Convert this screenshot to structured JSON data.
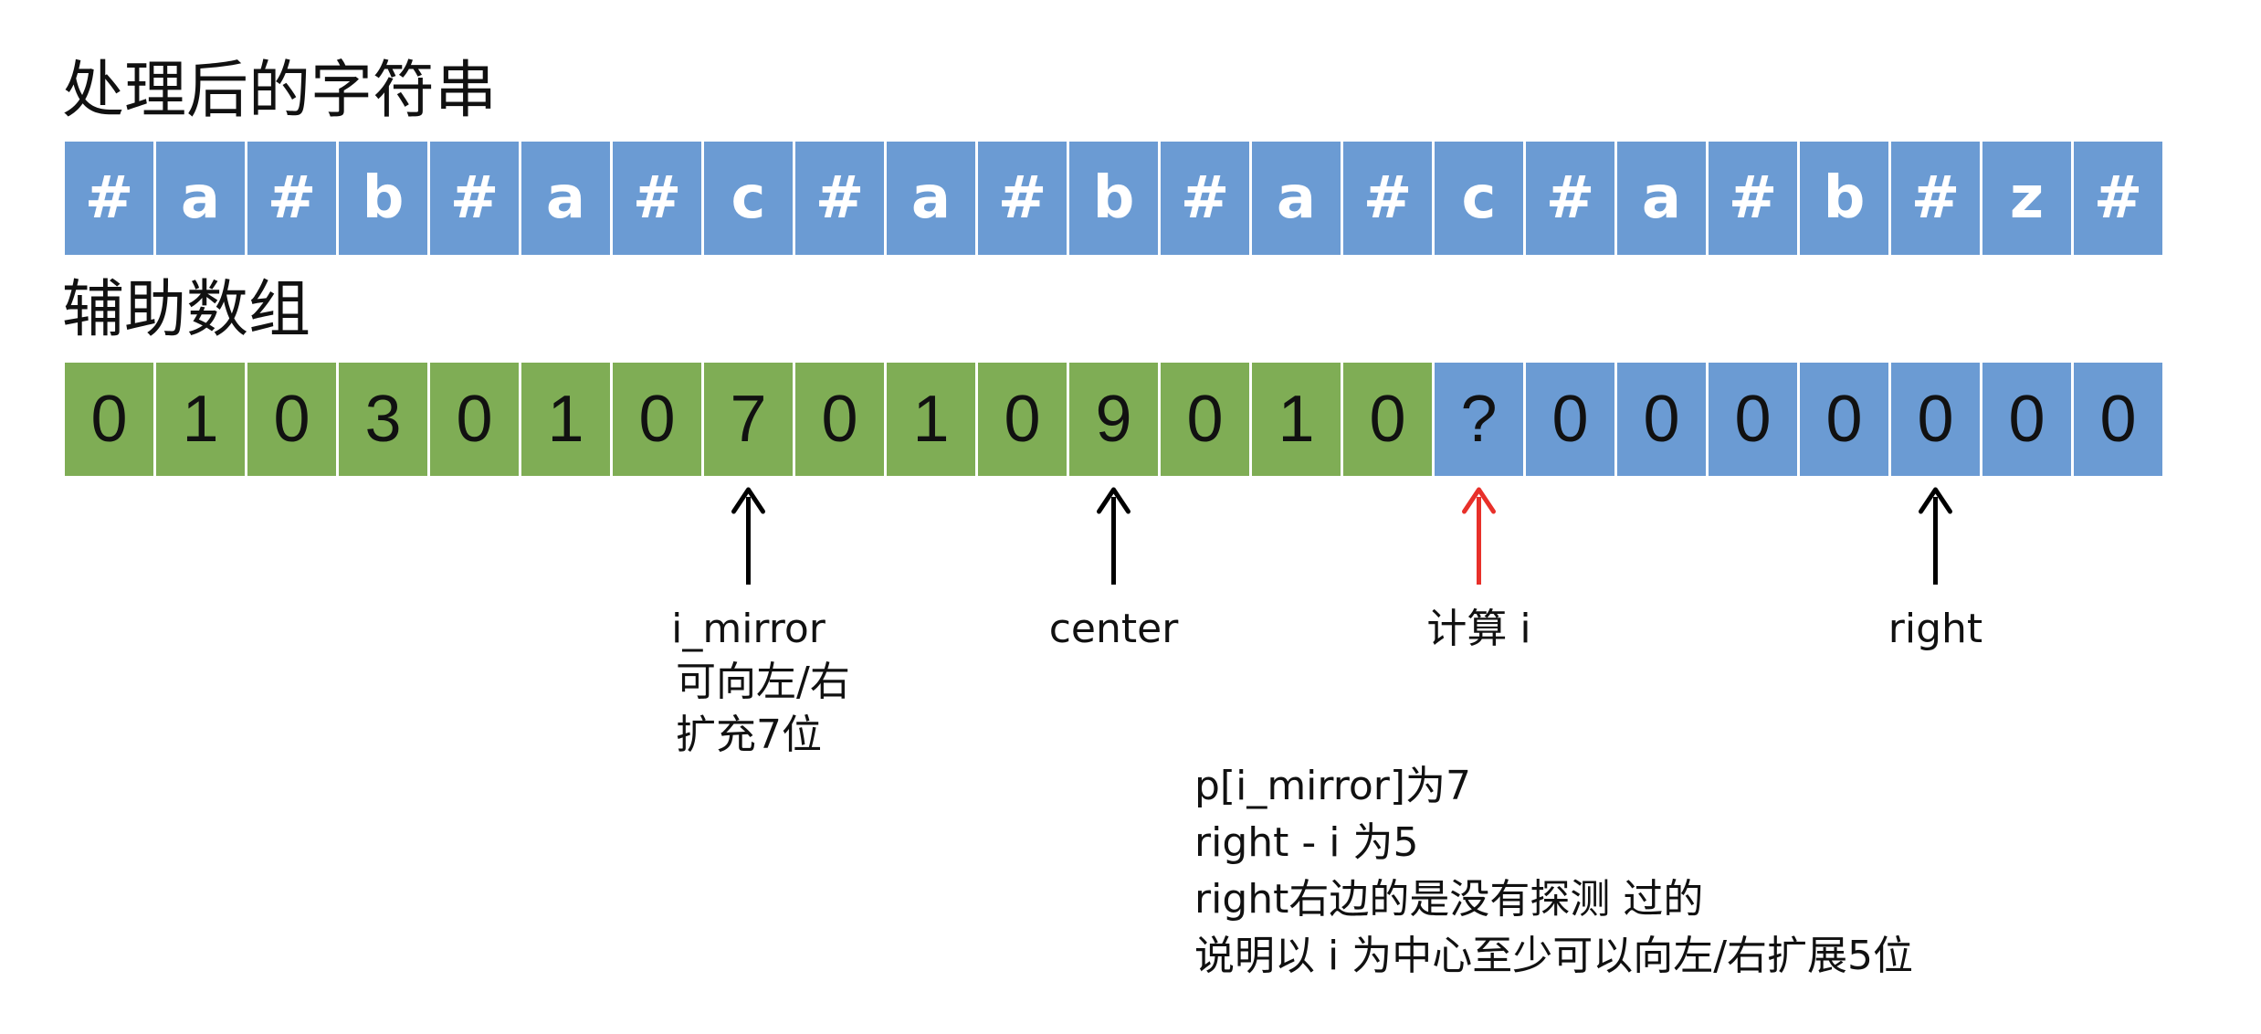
{
  "titles": {
    "processed": "处理后的字符串",
    "aux": "辅助数组"
  },
  "processed_chars": [
    "#",
    "a",
    "#",
    "b",
    "#",
    "a",
    "#",
    "c",
    "#",
    "a",
    "#",
    "b",
    "#",
    "a",
    "#",
    "c",
    "#",
    "a",
    "#",
    "b",
    "#",
    "z",
    "#"
  ],
  "aux_values": [
    "0",
    "1",
    "0",
    "3",
    "0",
    "1",
    "0",
    "7",
    "0",
    "1",
    "0",
    "9",
    "0",
    "1",
    "0",
    "?",
    "0",
    "0",
    "0",
    "0",
    "0",
    "0",
    "0"
  ],
  "aux_green_count": 15,
  "colors": {
    "blue": "#6b9bd3",
    "green": "#7fad55",
    "arrow_black": "#000000",
    "arrow_red": "#e8302a"
  },
  "pointers": [
    {
      "index": 7,
      "color": "black",
      "lines": [
        "i_mirror"
      ]
    },
    {
      "index": 11,
      "color": "black",
      "lines": [
        "center"
      ]
    },
    {
      "index": 15,
      "color": "red",
      "lines": [
        "计算 i"
      ]
    },
    {
      "index": 20,
      "color": "black",
      "lines": [
        "right"
      ]
    }
  ],
  "i_mirror_note": [
    "可向左/右",
    "扩充7位"
  ],
  "notes": [
    "p[i_mirror]为7",
    "right - i 为5",
    "right右边的是没有探测 过的",
    "说明以 i 为中心至少可以向左/右扩展5位"
  ]
}
